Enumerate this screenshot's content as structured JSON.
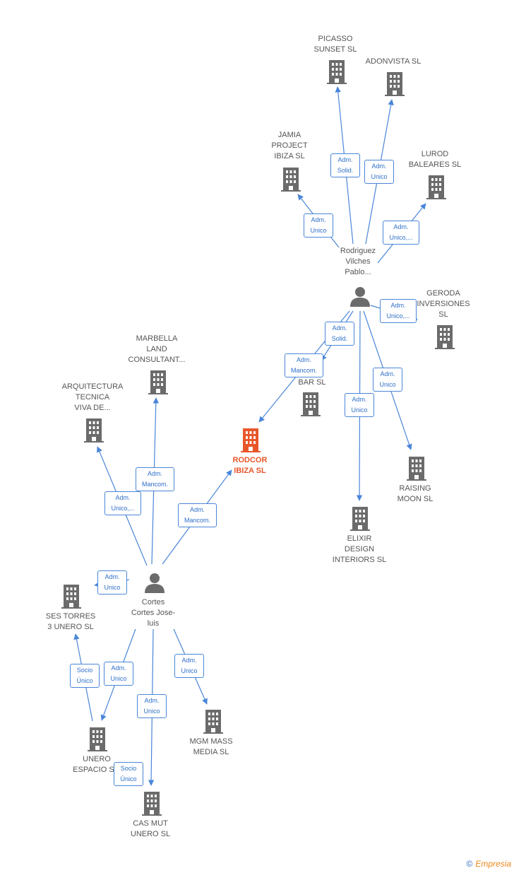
{
  "colors": {
    "edge": "#4a86d8",
    "building": "#6b6b6b",
    "main": "#e8562a",
    "person": "#6b6b6b"
  },
  "nodes": {
    "picasso": "PICASSO\nSUNSET  SL",
    "adonvista": "ADONVISTA  SL",
    "jamia": "JAMIA\nPROJECT\nIBIZA  SL",
    "lurod": "LUROD\nBALEARES  SL",
    "rodriguez": "Rodriguez\nVilches\nPablo...",
    "geroda": "GERODA\nINVERSIONES\nSL",
    "bar": "...L\nBAR  SL",
    "marbella": "MARBELLA\nLAND\nCONSULTANT...",
    "arquitectura": "ARQUITECTURA\nTECNICA\nVIVA DE...",
    "rodcor": "RODCOR\nIBIZA  SL",
    "raising": "RAISING\nMOON  SL",
    "elixir": "ELIXIR\nDESIGN\nINTERIORS  SL",
    "cortes": "Cortes\nCortes Jose-\nluis",
    "sestorres": "SES TORRES\n3 UNERO  SL",
    "unero": "UNERO\nESPACIO S...",
    "mgm": "MGM MASS\nMEDIA SL",
    "casmut": "CAS MUT\nUNERO  SL"
  },
  "edges": {
    "e_picasso": "Adm.\nSolid.",
    "e_adonvista": "Adm.\nUnico",
    "e_jamia": "Adm.\nUnico",
    "e_lurod": "Adm.\nUnico,...",
    "e_geroda": "Adm.\nUnico,...",
    "e_bar": "Adm.\nSolid.",
    "e_rodcor_r": "Adm.\nMancom.",
    "e_raising": "Adm.\nUnico",
    "e_elixir": "Adm.\nUnico",
    "e_marbella": "Adm.\nMancom.",
    "e_arquitectura": "Adm.\nUnico,...",
    "e_rodcor_c": "Adm.\nMancom.",
    "e_sestorres_c": "Adm.\nUnico",
    "e_sestorres_u": "Socio\nÚnico",
    "e_unero": "Adm.\nUnico",
    "e_casmut": "Adm.\nUnico",
    "e_mgm": "Adm.\nUnico",
    "e_casmut_u": "Socio\nÚnico"
  },
  "brand": {
    "copyright": "©",
    "name": "Empresia"
  }
}
